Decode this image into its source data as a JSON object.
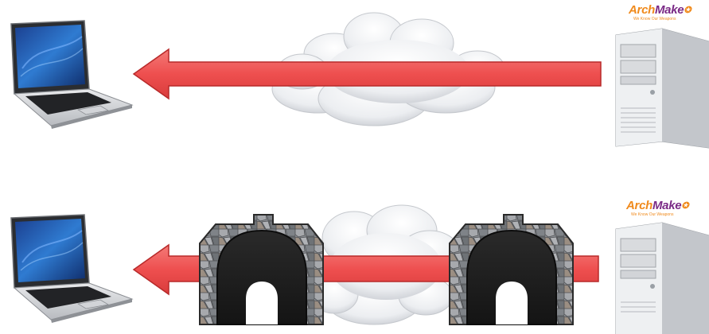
{
  "logo": {
    "part1": "Arch",
    "part2": "Make",
    "tagline": "We Know Our Weapons"
  },
  "icons": {
    "client": "laptop-icon",
    "server": "server-tower-icon",
    "network": "cloud-icon",
    "tunnel": "tunnel-icon",
    "direction": "arrow-left-icon"
  },
  "colors": {
    "arrow": "#ee4f4f",
    "arrow_edge": "#b82a2a",
    "stone": "#8c8f94",
    "tunnel_dark": "#1f1f1f"
  }
}
